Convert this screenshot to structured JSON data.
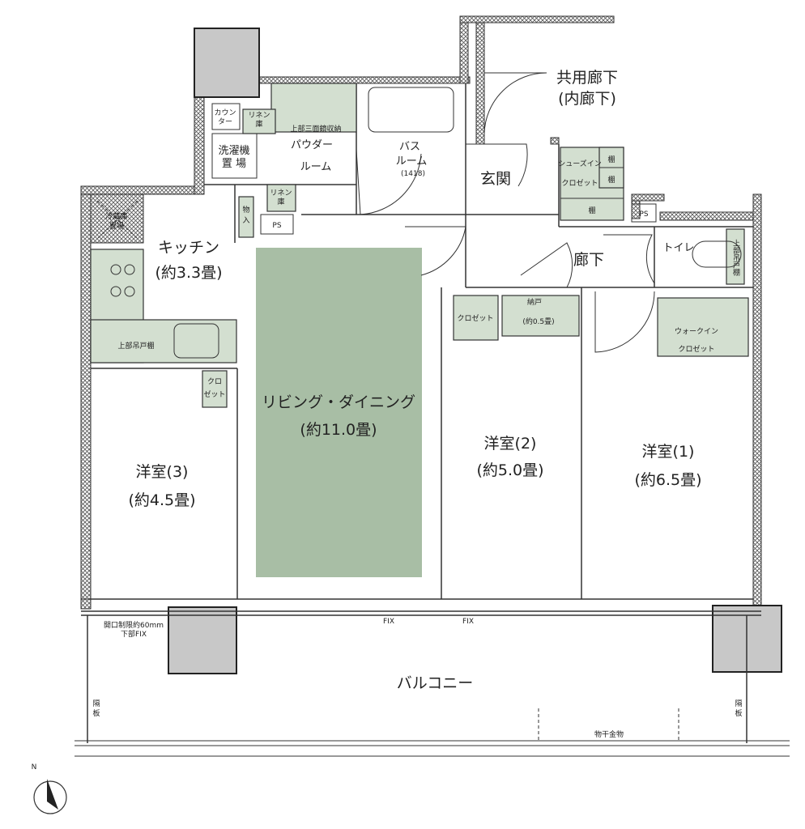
{
  "rooms": {
    "common_corridor": [
      "共用廊下",
      "(内廊下)"
    ],
    "entrance": "玄関",
    "hallway": "廊下",
    "toilet": "トイレ",
    "powder_room": [
      "パウダー",
      "ルーム"
    ],
    "bath_room": [
      "バス",
      "ルーム",
      "(1418)"
    ],
    "kitchen": [
      "キッチン",
      "(約3.3畳)"
    ],
    "living_dining": [
      "リビング・ダイニング",
      "(約11.0畳)"
    ],
    "western_room_3": [
      "洋室(3)",
      "(約4.5畳)"
    ],
    "western_room_2": [
      "洋室(2)",
      "(約5.0畳)"
    ],
    "western_room_1": [
      "洋室(1)",
      "(約6.5畳)"
    ],
    "balcony": "バルコニー"
  },
  "storage": {
    "counter": [
      "カウン",
      "ター"
    ],
    "linen_1": [
      "リネン",
      "庫"
    ],
    "linen_2": [
      "リネン",
      "庫"
    ],
    "washer": [
      "洗濯機",
      "置 場"
    ],
    "upper_mirror_storage": "上部三面鏡収納",
    "storage_closet": [
      "物",
      "入"
    ],
    "ps_1": "PS",
    "ps_2": "PS",
    "shoes_in_closet": [
      "シューズイン",
      "クロゼット"
    ],
    "shelf": [
      "棚",
      "棚",
      "棚"
    ],
    "fridge": [
      "冷蔵庫",
      "置場"
    ],
    "upper_cabinet": "上部吊戸棚",
    "closet_3": [
      "クロ",
      "ゼット"
    ],
    "closet_2": "クロゼット",
    "nando": [
      "納戸",
      "(約0.5畳)"
    ],
    "walk_in_closet": [
      "ウォークイン",
      "クロゼット"
    ],
    "toilet_upper_cabinet": [
      "上部吊戸棚"
    ]
  },
  "annotations": {
    "opening_limit": [
      "開口制限約60mm",
      "下部FIX"
    ],
    "fix_1": "FIX",
    "fix_2": "FIX",
    "partition_left": [
      "隔",
      "板"
    ],
    "partition_right": [
      "隔",
      "板"
    ],
    "clothes_hanger": "物干金物",
    "north": "N"
  },
  "colors": {
    "living_dining_fill": "#a8bea5",
    "storage_fill": "#d3dfd0",
    "column_fill": "#c8c8c8"
  }
}
